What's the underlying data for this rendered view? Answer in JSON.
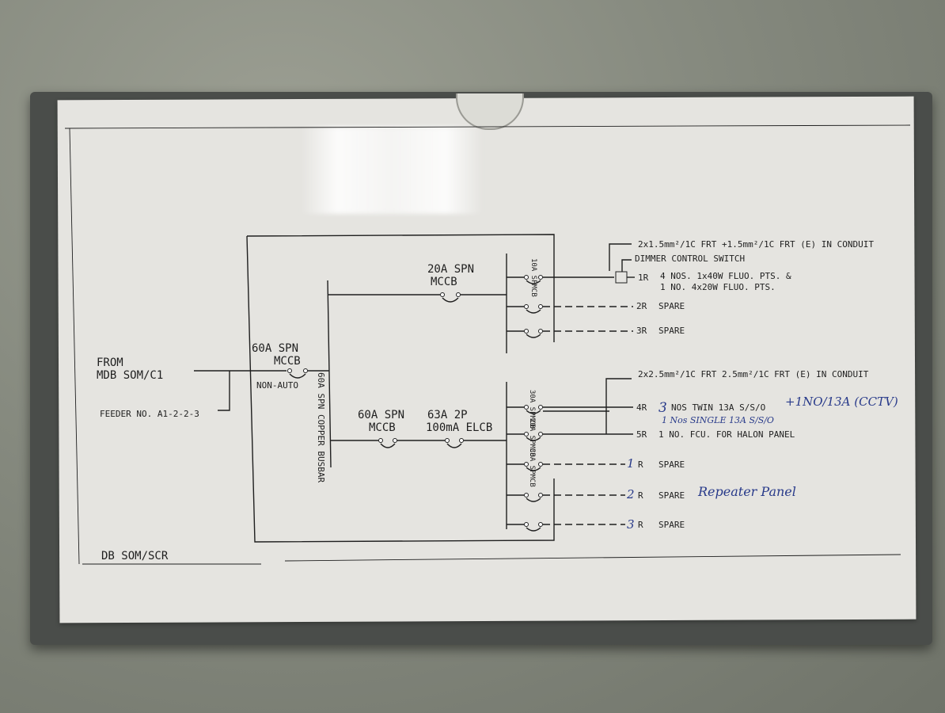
{
  "feeder": {
    "from_line1": "FROM",
    "from_line2": "MDB SOM/C1",
    "feeder_no": "FEEDER NO. A1-2-2-3"
  },
  "main_breaker": {
    "rating": "60A SPN",
    "type": "MCCB",
    "note": "NON-AUTO"
  },
  "busbar": "60A SPN COPPER BUSBAR",
  "upper_breaker": {
    "rating": "20A SPN",
    "type": "MCCB"
  },
  "lower_breaker": {
    "rating": "60A SPN",
    "type": "MCCB"
  },
  "elcb": {
    "rating": "63A 2P",
    "type": "100mA ELCB"
  },
  "mcb_labels": {
    "upper": "10A SPMCB",
    "lower_a": "30A SPMCB",
    "lower_b": "20A SPMCB",
    "lower_c": "30A SPMCB"
  },
  "cable_notes": {
    "upper": "2x1.5mm²/1C FRT +1.5mm²/1C FRT (E) IN CONDUIT",
    "dimmer": "DIMMER CONTROL SWITCH",
    "lower": "2x2.5mm²/1C FRT 2.5mm²/1C FRT (E) IN CONDUIT"
  },
  "circuits": [
    {
      "id": "1R",
      "desc_line1": "4 NOS. 1x40W FLUO. PTS. &",
      "desc_line2": "1 NO. 4x20W FLUO. PTS."
    },
    {
      "id": "2R",
      "desc_line1": "SPARE"
    },
    {
      "id": "3R",
      "desc_line1": "SPARE"
    },
    {
      "id": "4R",
      "desc_line1": "NOS TWIN 13A S/S/O"
    },
    {
      "id": "5R",
      "desc_line1": "1 NO. FCU. FOR HALON PANEL"
    },
    {
      "id": "R",
      "desc_line1": "SPARE"
    },
    {
      "id": "R",
      "desc_line1": "SPARE"
    },
    {
      "id": "R",
      "desc_line1": "SPARE"
    }
  ],
  "handwritten": {
    "circuit4_qty": "3",
    "circuit4_extra": "+1NO/13A (CCTV)",
    "circuit4_extra2": "1 Nos SINGLE 13A S/S/O",
    "circuit6_num": "1",
    "circuit7_num": "2",
    "circuit7_note": "Repeater Panel",
    "circuit8_num": "3"
  },
  "title_block": "DB SOM/SCR"
}
